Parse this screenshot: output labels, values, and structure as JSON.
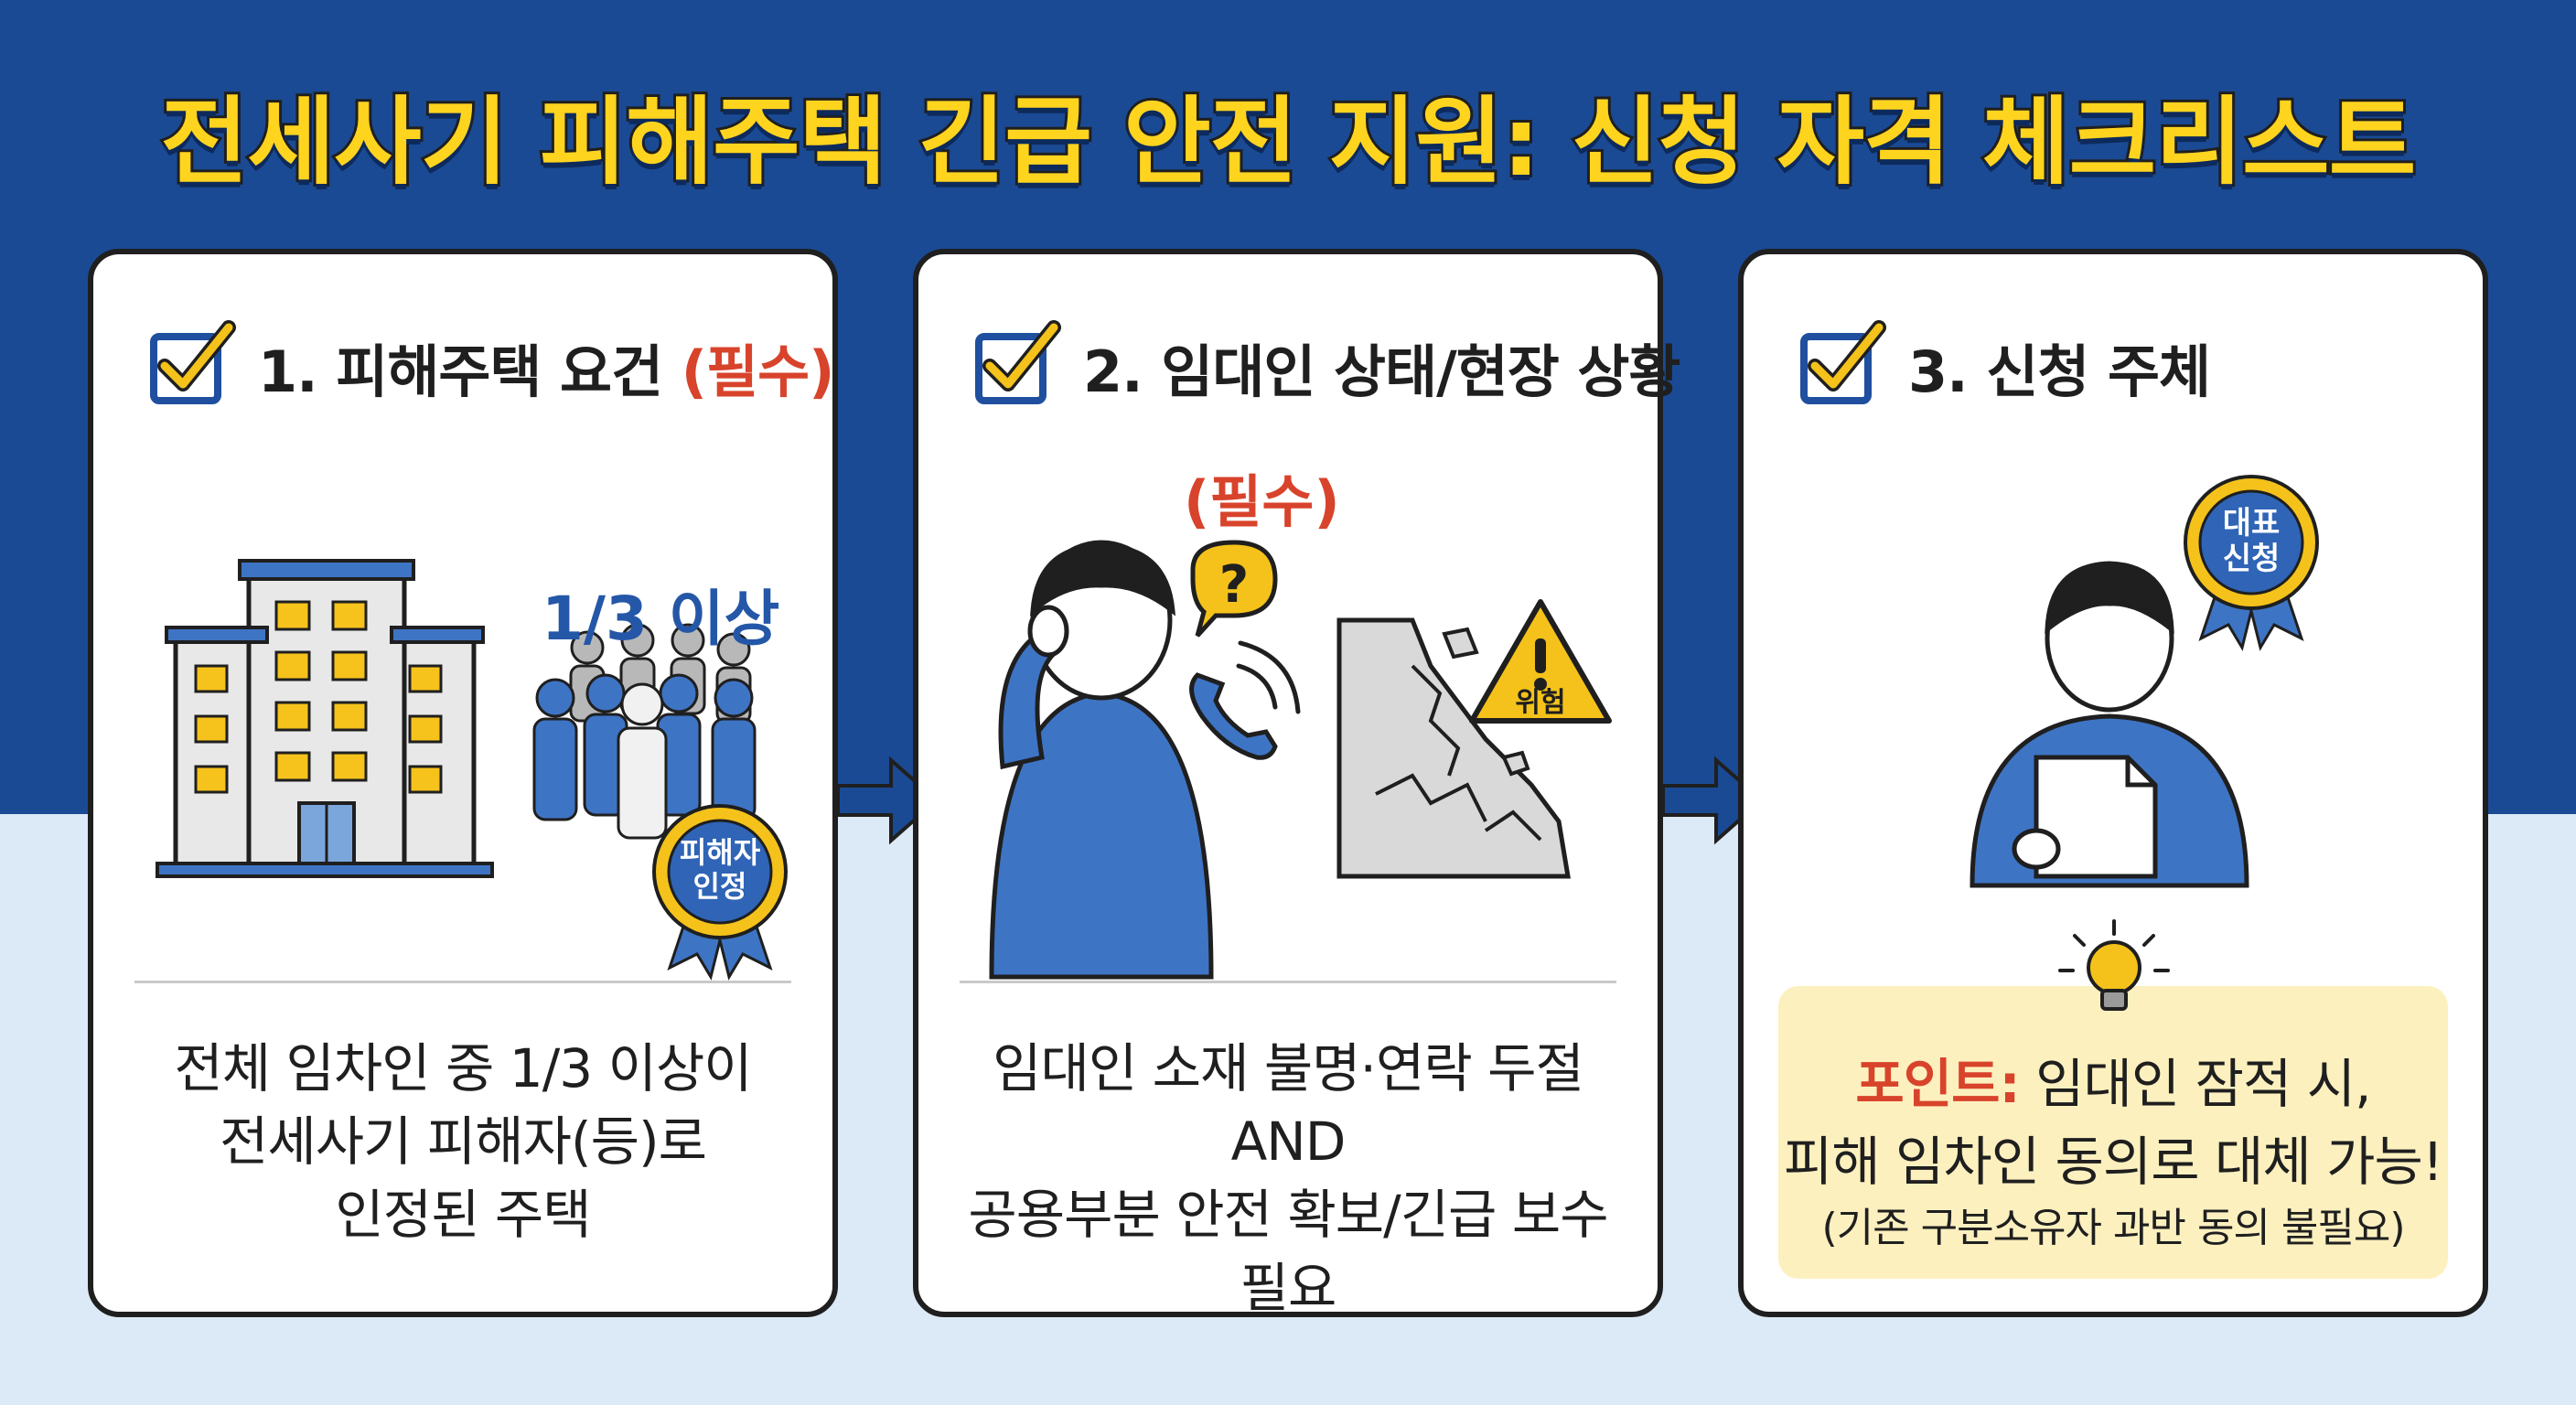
{
  "title": "전세사기 피해주택 긴급 안전 지원: 신청 자격 체크리스트",
  "colors": {
    "navy": "#1b4a94",
    "title_yellow": "#ffd41f",
    "required_red": "#d8432b",
    "accent_blue": "#2557a8",
    "point_bg": "#fdf0bf"
  },
  "cards": [
    {
      "title": "1. 피해주택 요건",
      "required": "(필수)",
      "ratio_label": "1/3 이상",
      "badge": [
        "피해자",
        "인정"
      ],
      "body": [
        "전체 임차인 중 1/3 이상이",
        "전세사기 피해자(등)로",
        "인정된 주택"
      ]
    },
    {
      "title": "2. 임대인 상태/현장 상황",
      "required": "(필수)",
      "question_mark": "?",
      "warning": "위험",
      "body": [
        "임대인 소재 불명·연락 두절",
        "AND",
        "공용부분 안전 확보/긴급 보수 필요"
      ]
    },
    {
      "title": "3. 신청 주체",
      "badge": [
        "대표",
        "신청"
      ],
      "point_label": "포인트:",
      "point_text": "임대인 잠적 시,",
      "point_line2": "피해 임차인 동의로 대체 가능!",
      "point_line3": "(기존 구분소유자 과반 동의 불필요)"
    }
  ]
}
